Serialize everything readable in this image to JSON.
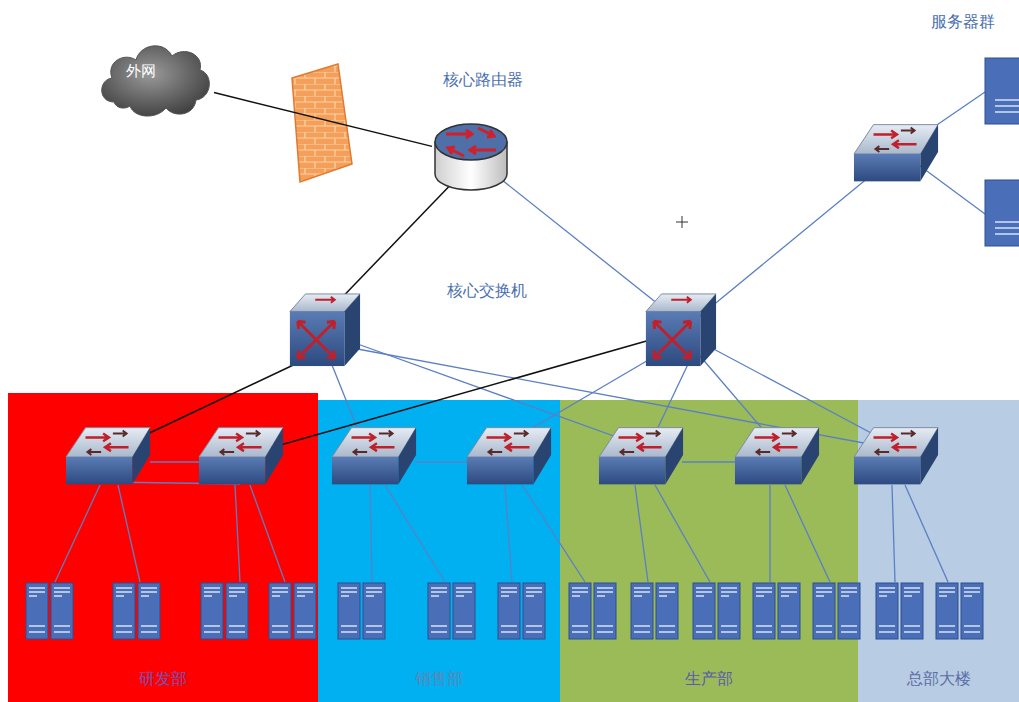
{
  "diagram": {
    "nodes": [
      {
        "text": [
          "外网"
        ]
      },
      {
        "text": [
          "核心路由器"
        ]
      },
      {
        "text": [
          "研发部"
        ]
      },
      {
        "text": [
          "销售部"
        ]
      },
      {
        "text": [
          "生产部"
        ]
      },
      {
        "text": [
          "总部大楼"
        ]
      }
    ],
    "edges": [
      {
        "from": 0,
        "to": 1,
        "arrow": "none"
      }
    ],
    "labels": [
      "核心交换机",
      "服务器群"
    ]
  }
}
